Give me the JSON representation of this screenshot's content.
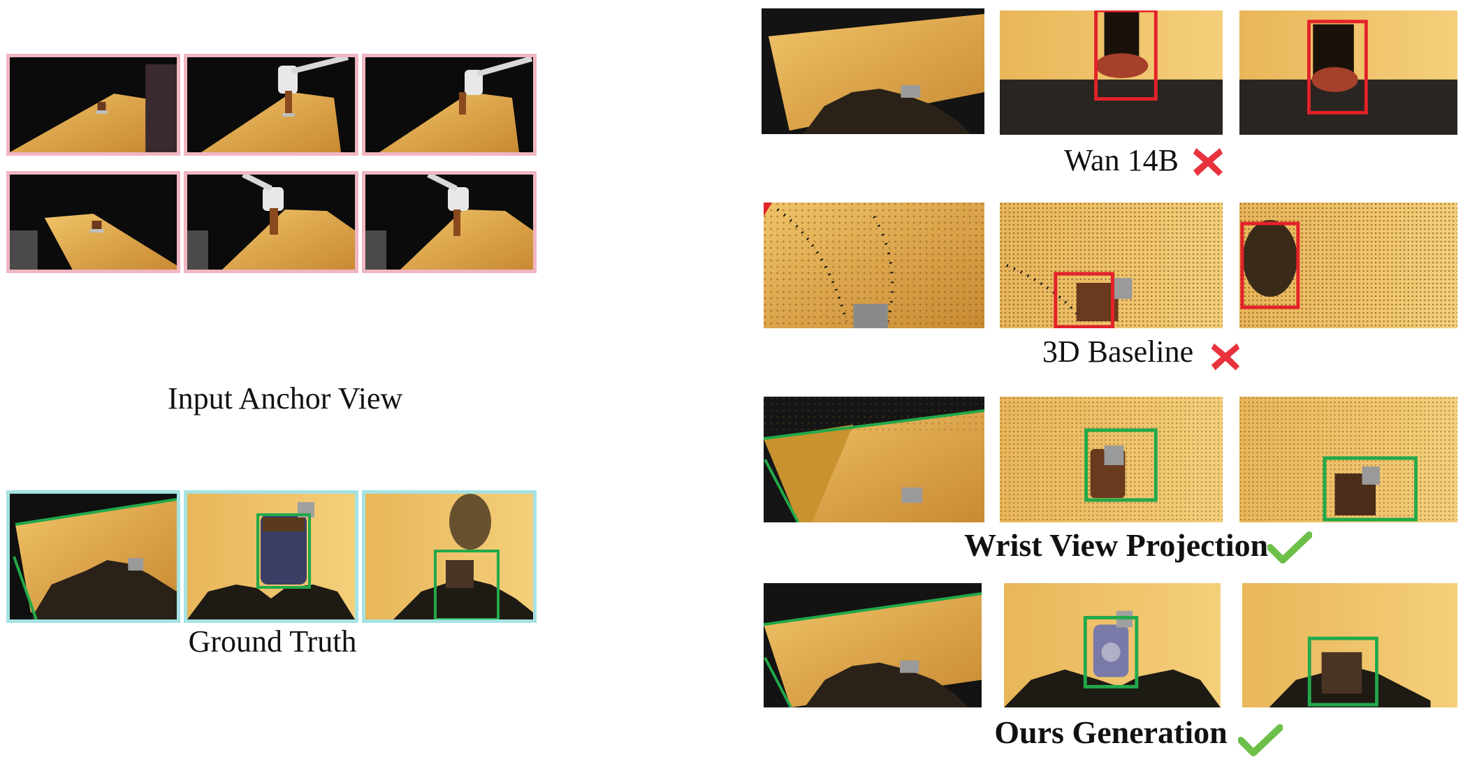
{
  "left": {
    "anchor_label": "Input Anchor View",
    "ground_truth_label": "Ground Truth"
  },
  "right": {
    "rows": [
      {
        "label": "Wan 14B",
        "status": "fail"
      },
      {
        "label": "3D Baseline",
        "status": "fail"
      },
      {
        "label": "Wrist View Projection",
        "status": "pass"
      },
      {
        "label": "Ours Generation",
        "status": "pass"
      }
    ]
  },
  "colors": {
    "anchor_border": "#f0b6c1",
    "gt_border": "#a6e2e2",
    "fail_box": "#e3222a",
    "pass_box": "#22a94a",
    "cross": "#e8333c",
    "check": "#6cc04a"
  },
  "icons": {
    "fail": "cross-icon",
    "pass": "checkmark-icon"
  }
}
